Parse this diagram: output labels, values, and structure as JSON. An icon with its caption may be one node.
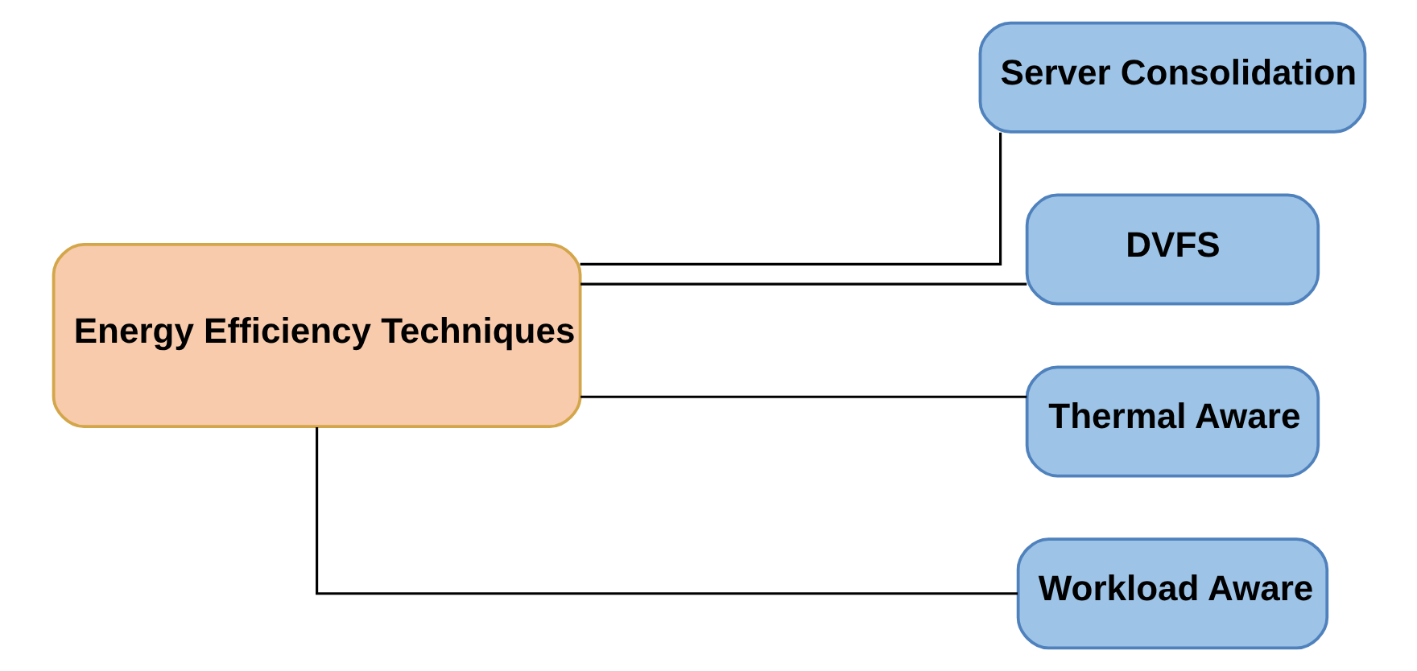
{
  "diagram": {
    "nodes": [
      {
        "text": [
          "Energy Efficiency Techniques"
        ]
      },
      {
        "text": [
          "Server Consolidation"
        ]
      },
      {
        "text": [
          "DVFS"
        ]
      },
      {
        "text": [
          "Thermal Aware"
        ]
      },
      {
        "text": [
          "Workload Aware"
        ]
      }
    ],
    "edges": [
      {
        "from": 0,
        "to": 1,
        "arrow": "none"
      },
      {
        "from": 0,
        "to": 2,
        "arrow": "none"
      },
      {
        "from": 0,
        "to": 3,
        "arrow": "none"
      },
      {
        "from": 0,
        "to": 4,
        "arrow": "none"
      }
    ]
  }
}
